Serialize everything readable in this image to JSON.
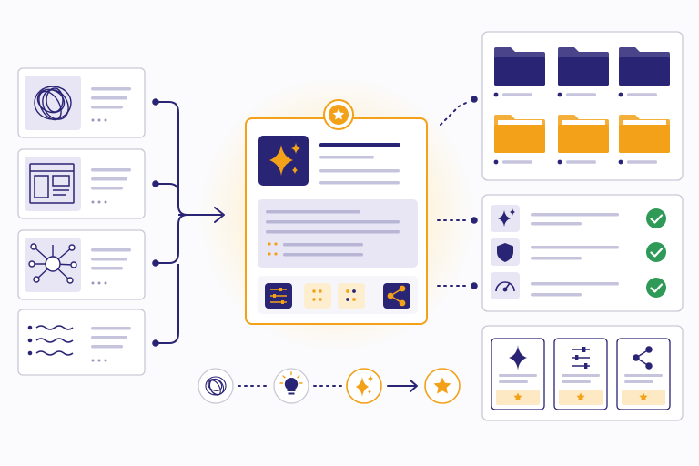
{
  "colors": {
    "navy": "#2a2475",
    "orange": "#f2a118",
    "light_orange": "#fde9c3",
    "green": "#2f9a57",
    "lavender": "#e8e6f4",
    "line_gray": "#c6c4dc",
    "card_border": "#c9c9d6",
    "glow": "#fdf3dc"
  },
  "inputs": [
    {
      "icon": "scribble-icon"
    },
    {
      "icon": "document-layout-icon"
    },
    {
      "icon": "network-node-icon"
    },
    {
      "icon": "bullet-list-icon"
    }
  ],
  "central_card": {
    "badge_icon": "star-icon",
    "header_icon": "sparkle-icon",
    "action_icons": [
      "sliders-icon",
      "dots-icon",
      "dots-icon",
      "share-icon"
    ]
  },
  "folders": [
    {
      "color": "navy"
    },
    {
      "color": "navy"
    },
    {
      "color": "navy"
    },
    {
      "color": "orange"
    },
    {
      "color": "orange"
    },
    {
      "color": "orange"
    }
  ],
  "checklist": [
    {
      "icon": "sparkle-icon",
      "status": "checked"
    },
    {
      "icon": "shield-icon",
      "status": "checked"
    },
    {
      "icon": "gauge-icon",
      "status": "checked"
    }
  ],
  "output_cards": [
    {
      "icon": "sparkle-icon",
      "rating": 1
    },
    {
      "icon": "sliders-icon",
      "rating": 1
    },
    {
      "icon": "share-icon",
      "rating": 1
    }
  ],
  "process_steps": [
    {
      "icon": "scribble-icon"
    },
    {
      "icon": "lightbulb-icon"
    },
    {
      "icon": "sparkle-icon"
    },
    {
      "icon": "star-icon"
    }
  ]
}
